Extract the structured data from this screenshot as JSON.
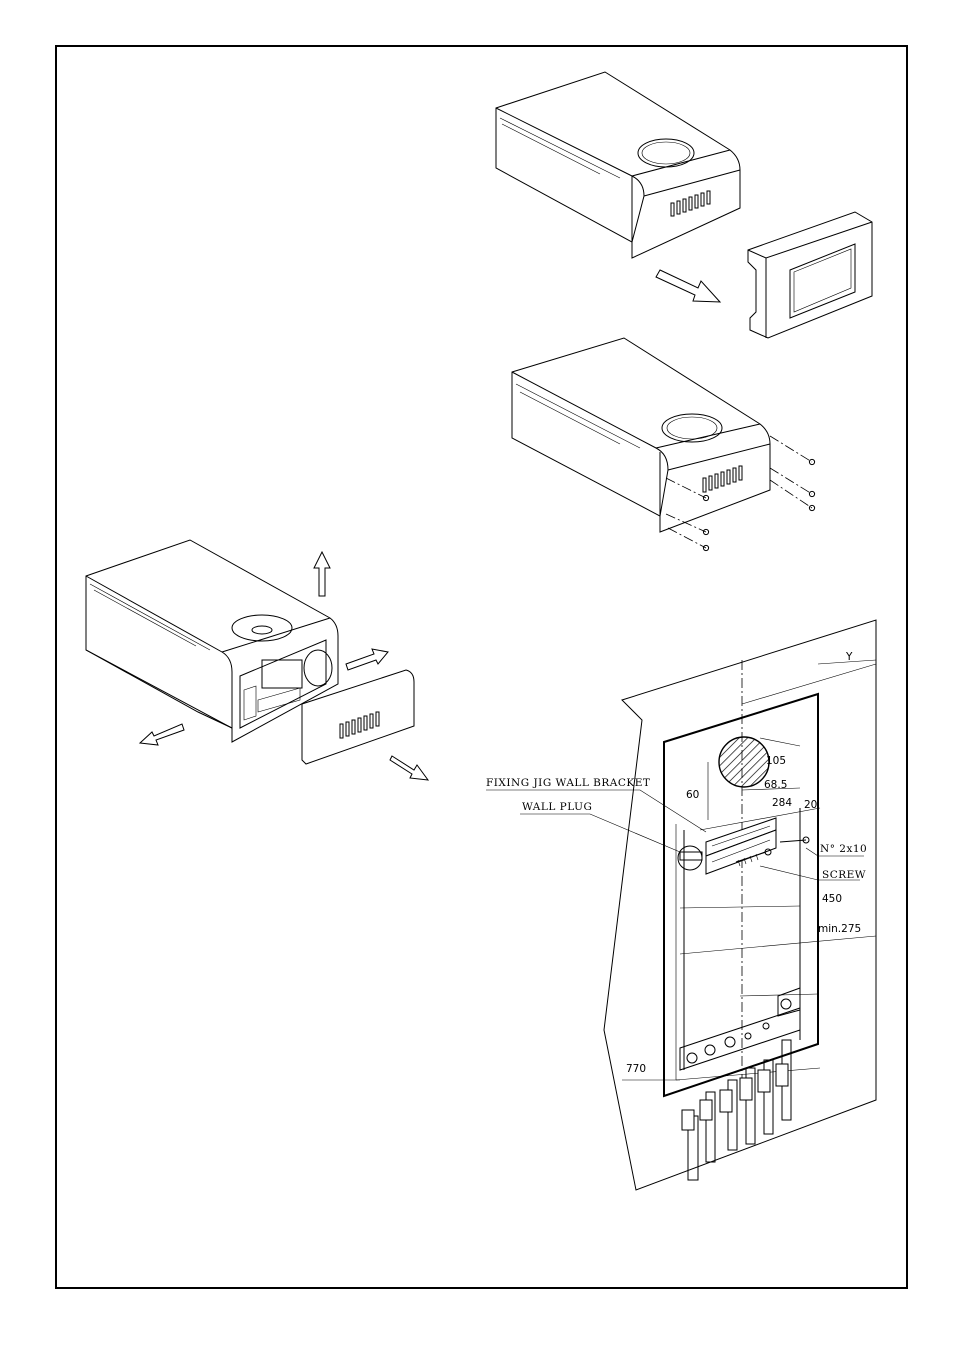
{
  "figure": {
    "labels": {
      "fixing_jig": "FIXING JIG WALL BRACKET",
      "wall_plug": "WALL PLUG",
      "screw_spec": "N° 2x10",
      "screw": "SCREW"
    },
    "dimensions": {
      "y": "Y",
      "d105": "105",
      "d60": "60",
      "d68_5": "68.5",
      "d284": "284",
      "d20": "20",
      "d450": "450",
      "min275": "min.275",
      "d770": "770"
    }
  }
}
